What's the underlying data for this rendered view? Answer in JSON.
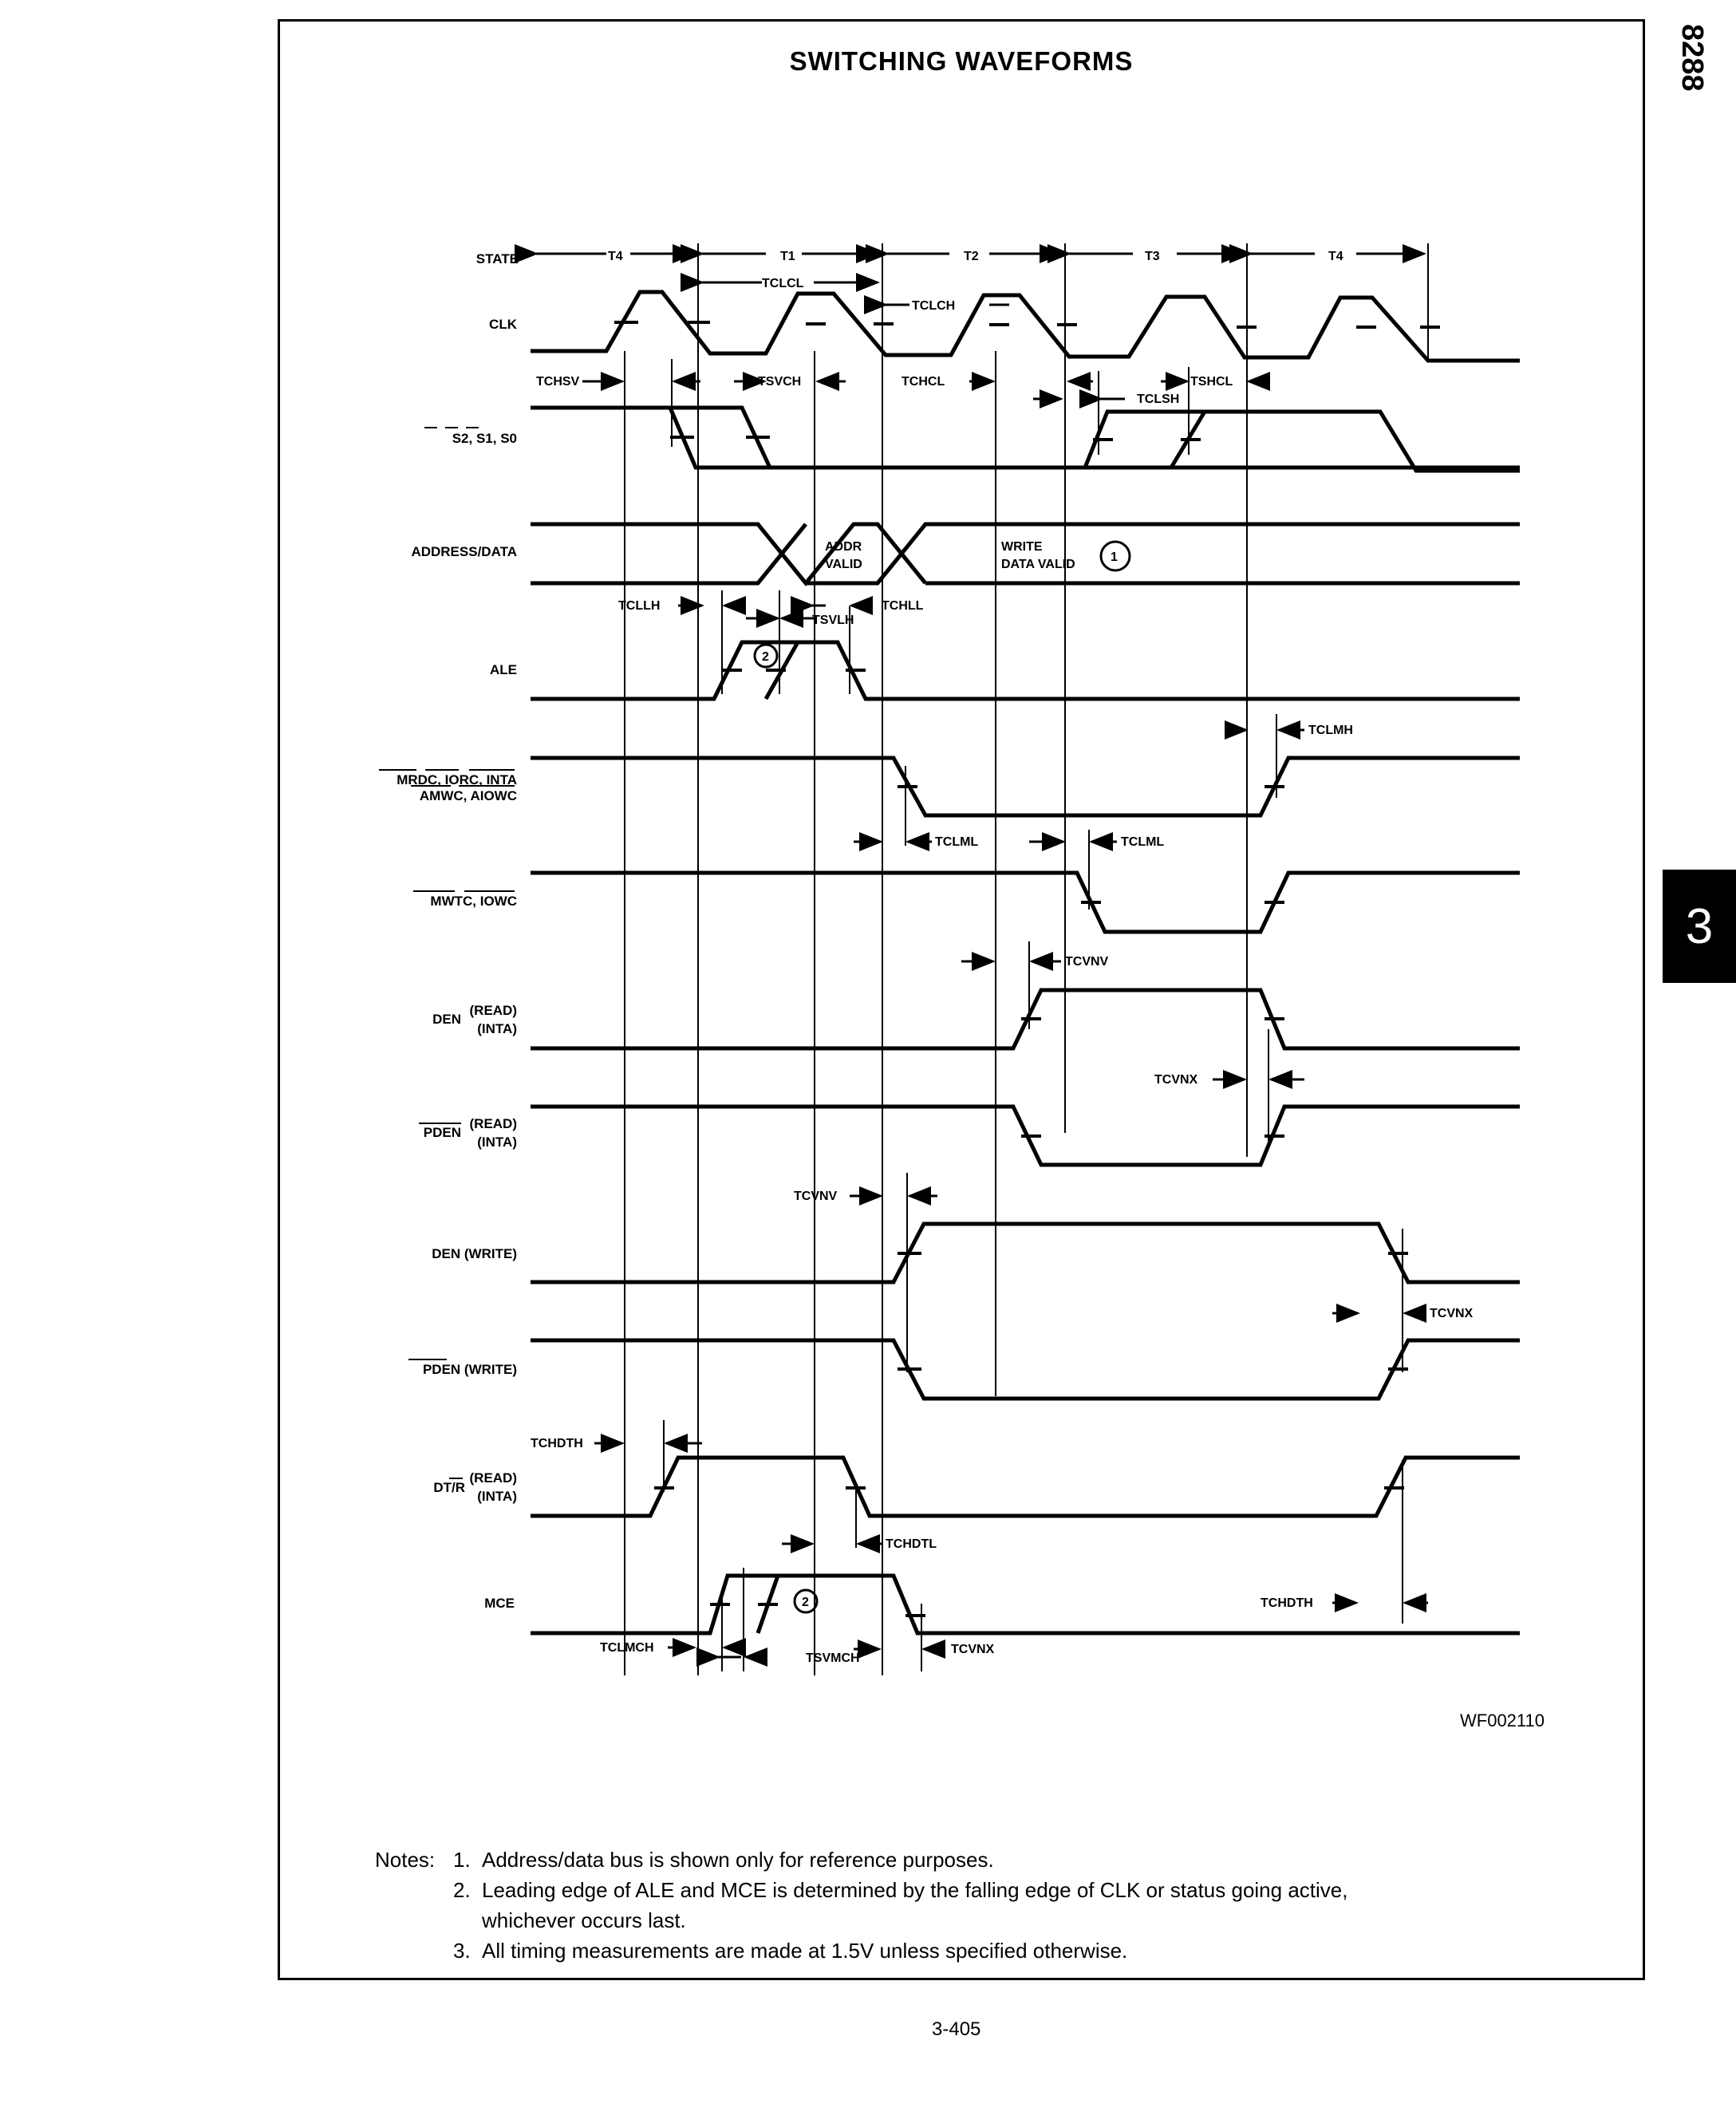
{
  "page": {
    "title": "SWITCHING WAVEFORMS",
    "side_code": "8288",
    "section_tab": "3",
    "figure_code": "WF002110",
    "page_number": "3-405"
  },
  "states": [
    {
      "label": "T4",
      "main": "T",
      "sub": "4"
    },
    {
      "label": "T1",
      "main": "T",
      "sub": "1"
    },
    {
      "label": "T2",
      "main": "T",
      "sub": "2"
    },
    {
      "label": "T3",
      "main": "T",
      "sub": "3"
    },
    {
      "label": "T4",
      "main": "T",
      "sub": "4"
    }
  ],
  "signals": {
    "state": "STATE",
    "clk": "CLK",
    "status": "S2, S1, S0",
    "address_data": "ADDRESS/DATA",
    "ale": "ALE",
    "mrdc_line1": "MRDC, IORC, INTA",
    "mrdc_line2": "AMWC, AIOWC",
    "mwtc": "MWTC, IOWC",
    "den_read": "DEN",
    "pden_read": "PDEN",
    "den_write": "DEN (WRITE)",
    "pden_write": "PDEN (WRITE)",
    "dtr": "DT/R",
    "mce": "MCE",
    "read": "(READ)",
    "inta": "(INTA)"
  },
  "annotations": {
    "addr_valid_1": "ADDR",
    "addr_valid_2": "VALID",
    "write_data_1": "WRITE",
    "write_data_2": "DATA VALID",
    "note_ref_1": "1",
    "note_ref_2": "2"
  },
  "timing_params": {
    "tclcl": "TCLCL",
    "tclch": "TCLCH",
    "tchsv": "TCHSV",
    "tsvch": "TSVCH",
    "tchcl": "TCHCL",
    "tshcl": "TSHCL",
    "tclsh": "TCLSH",
    "tcllh": "TCLLH",
    "tchll": "TCHLL",
    "tsvlh": "TSVLH",
    "tclmh": "TCLMH",
    "tclml_1": "TCLML",
    "tclml_2": "TCLML",
    "tcvnv_1": "TCVNV",
    "tcvnx_1": "TCVNX",
    "tcvnv_2": "TCVNV",
    "tcvnx_2": "TCVNX",
    "tchdth_1": "TCHDTH",
    "tchdtl": "TCHDTL",
    "tchdth_2": "TCHDTH",
    "tclmch": "TCLMCH",
    "tsvmch": "TSVMCH",
    "tcvnx_3": "TCVNX"
  },
  "notes": {
    "lead": "Notes:",
    "items": [
      {
        "num": "1.",
        "text": "Address/data bus is shown only for reference purposes."
      },
      {
        "num": "2.",
        "text": "Leading edge of ALE and MCE is determined by the falling edge of CLK or status going active,"
      },
      {
        "num": "",
        "text": "whichever occurs last."
      },
      {
        "num": "3.",
        "text": "All timing measurements are made at 1.5V unless specified otherwise."
      }
    ]
  },
  "chart_data": {
    "type": "timing",
    "title": "SWITCHING WAVEFORMS",
    "states": [
      "T4",
      "T1",
      "T2",
      "T3",
      "T4"
    ],
    "waveforms": [
      {
        "signal": "CLK",
        "pattern": "clock, 5 pulses"
      },
      {
        "signal": "S2,S1,S0 (active low)",
        "pattern": "high -> low in T4 -> high in T3 -> low in T4"
      },
      {
        "signal": "ADDRESS/DATA",
        "pattern": "ADDR VALID in T1, WRITE DATA VALID from T2"
      },
      {
        "signal": "ALE",
        "pattern": "pulse high late T4 to mid T1"
      },
      {
        "signal": "MRDC, IORC, INTA, AMWC, AIOWC",
        "pattern": "low from T2 to T4"
      },
      {
        "signal": "MWTC, IOWC",
        "pattern": "low from T3 to T4"
      },
      {
        "signal": "DEN (READ/INTA)",
        "pattern": "high from T2 to T4"
      },
      {
        "signal": "PDEN (READ/INTA)",
        "pattern": "low from T2 to T4"
      },
      {
        "signal": "DEN (WRITE)",
        "pattern": "high from T1 end to T4 end"
      },
      {
        "signal": "PDEN (WRITE)",
        "pattern": "low from T1 end to T4 end"
      },
      {
        "signal": "DT/R (READ/INTA)",
        "pattern": "high T4 to T1, low through T4"
      },
      {
        "signal": "MCE",
        "pattern": "pulse high late T4 through T1"
      }
    ]
  }
}
